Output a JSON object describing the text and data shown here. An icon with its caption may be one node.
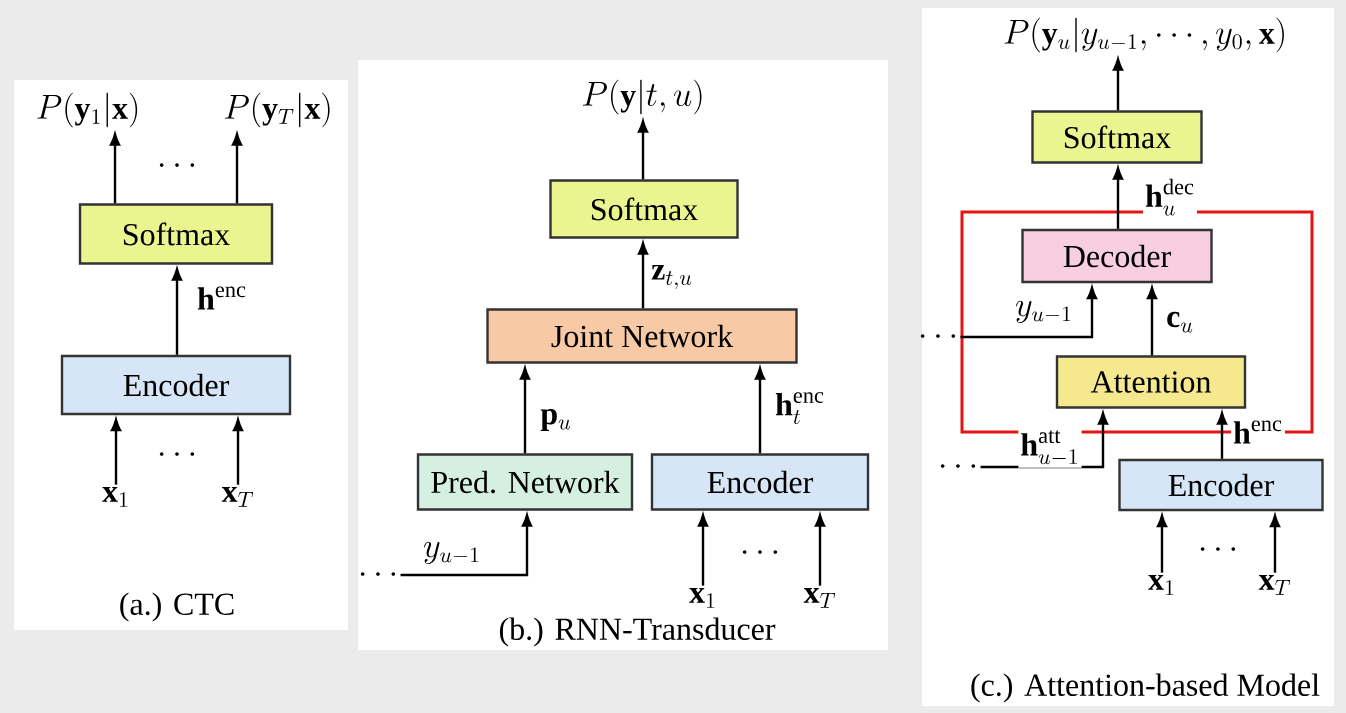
{
  "diagram": {
    "nodes": [
      {
        "text": [
          "(a.) CTC"
        ]
      },
      {
        "text": [
          "Softmax"
        ],
        "in": 0
      },
      {
        "text": [
          "Encoder"
        ],
        "in": 0
      },
      {
        "text": [
          "P(\\mathbf{y}_1|\\mathbf{x})"
        ],
        "in": 0
      },
      {
        "text": [
          "P(\\mathbf{y}_T|\\mathbf{x})"
        ],
        "in": 0
      },
      {
        "text": [
          "\\mathbf{x}_1"
        ],
        "in": 0
      },
      {
        "text": [
          "\\mathbf{x}_T"
        ],
        "in": 0
      },
      {
        "text": [
          "(b.) RNN-Transducer"
        ]
      },
      {
        "text": [
          "P(\\mathbf{y}|t,u)"
        ],
        "in": 7
      },
      {
        "text": [
          "Softmax"
        ],
        "in": 7
      },
      {
        "text": [
          "Joint Network"
        ],
        "in": 7
      },
      {
        "text": [
          "Pred. Network"
        ],
        "in": 7
      },
      {
        "text": [
          "Encoder"
        ],
        "in": 7
      },
      {
        "text": [
          "\\mathbf{x}_1"
        ],
        "in": 7
      },
      {
        "text": [
          "\\mathbf{x}_T"
        ],
        "in": 7
      },
      {
        "text": [
          "(c.) Attention-based Model"
        ]
      },
      {
        "text": [
          "P(\\mathbf{y}_u|y_{u-1},\\cdots,y_0,\\mathbf{x})"
        ],
        "in": 15
      },
      {
        "text": [
          "Softmax"
        ],
        "in": 15
      },
      {
        "text": [],
        "shape": "box",
        "in": 15
      },
      {
        "text": [
          "Decoder"
        ],
        "in": 18
      },
      {
        "text": [
          "Attention"
        ],
        "in": 18
      },
      {
        "text": [
          "Encoder"
        ],
        "in": 15
      },
      {
        "text": [
          "\\mathbf{x}_1"
        ],
        "in": 15
      },
      {
        "text": [
          "\\mathbf{x}_T"
        ],
        "in": 15
      },
      {
        "text": [
          "\\cdots"
        ],
        "in": 7
      },
      {
        "text": [
          "\\cdots"
        ],
        "in": 15
      },
      {
        "text": [
          "\\cdots"
        ],
        "in": 15
      }
    ],
    "edges": [
      {
        "from": 1,
        "to": 3,
        "arrow": "to"
      },
      {
        "from": 1,
        "to": 4,
        "arrow": "to"
      },
      {
        "from": 2,
        "to": 1,
        "arrow": "to",
        "label": "\\mathbf{h}^{\\mathrm{enc}}"
      },
      {
        "from": 5,
        "to": 2,
        "arrow": "to"
      },
      {
        "from": 6,
        "to": 2,
        "arrow": "to"
      },
      {
        "from": 9,
        "to": 8,
        "arrow": "to"
      },
      {
        "from": 10,
        "to": 9,
        "arrow": "to",
        "label": "\\mathbf{z}_{t,u}"
      },
      {
        "from": 11,
        "to": 10,
        "arrow": "to",
        "label": "\\mathbf{p}_u"
      },
      {
        "from": 12,
        "to": 10,
        "arrow": "to",
        "label": "\\mathbf{h}_t^{\\mathrm{enc}}"
      },
      {
        "from": 24,
        "to": 11,
        "arrow": "to",
        "label": "y_{u-1}"
      },
      {
        "from": 13,
        "to": 12,
        "arrow": "to"
      },
      {
        "from": 14,
        "to": 12,
        "arrow": "to"
      },
      {
        "from": 17,
        "to": 16,
        "arrow": "to"
      },
      {
        "from": 19,
        "to": 17,
        "arrow": "to",
        "label": "\\mathbf{h}_u^{\\mathrm{dec}}"
      },
      {
        "from": 25,
        "to": 19,
        "arrow": "to",
        "label": "y_{u-1}"
      },
      {
        "from": 20,
        "to": 19,
        "arrow": "to",
        "label": "\\mathbf{c}_u"
      },
      {
        "from": 26,
        "to": 20,
        "arrow": "to",
        "label": "\\mathbf{h}_{u-1}^{\\mathrm{att}}"
      },
      {
        "from": 21,
        "to": 20,
        "arrow": "to",
        "label": "\\mathbf{h}^{\\mathrm{enc}}"
      },
      {
        "from": 22,
        "to": 21,
        "arrow": "to"
      },
      {
        "from": 23,
        "to": 21,
        "arrow": "to"
      }
    ],
    "labels": [
      "\\cdots",
      "\\cdots",
      "\\cdots",
      "\\cdots"
    ]
  }
}
